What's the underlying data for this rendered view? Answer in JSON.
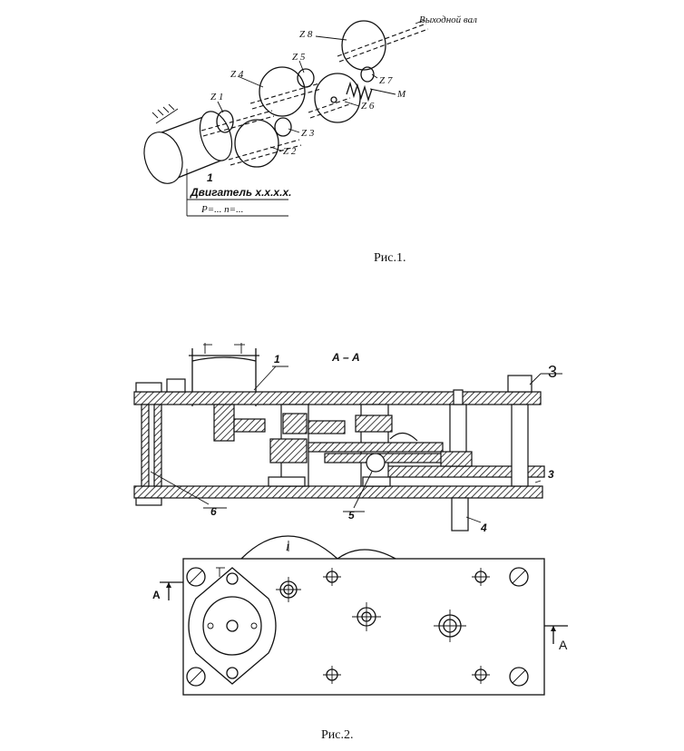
{
  "fig1": {
    "caption": "Рис.1.",
    "label_output_shaft": "Выходной вал",
    "gear_labels": [
      "Z 8",
      "Z 5",
      "Z 4",
      "Z 7",
      "Z 1",
      "M",
      "Z 6",
      "Z 3",
      "Z 2"
    ],
    "motor_number": "1",
    "motor_label": "Двигатель x.x.x.x.",
    "motor_params": "P=...       n=..."
  },
  "fig2": {
    "caption": "Рис.2.",
    "section_title": "А – А",
    "part_labels": [
      "1",
      "3",
      "3",
      "6",
      "5",
      "4"
    ],
    "cut_marker_left": "А",
    "cut_marker_right": "А",
    "top_view_label": "I"
  }
}
